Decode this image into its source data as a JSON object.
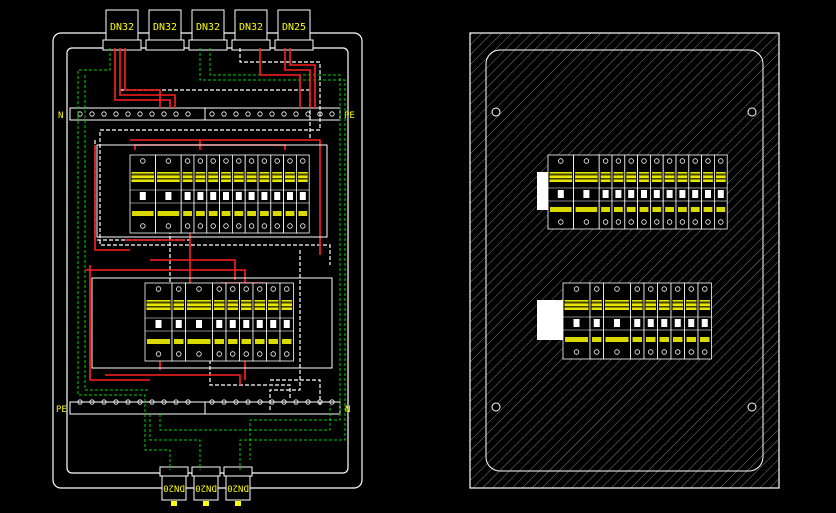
{
  "glands_top": [
    "DN32",
    "DN32",
    "DN32",
    "DN32",
    "DN25"
  ],
  "glands_bottom": [
    "DN20",
    "DN20",
    "DN20"
  ],
  "busbars": {
    "top_left": "N",
    "top_right": "PE",
    "bottom_left": "PE",
    "bottom_right": "N"
  },
  "colors": {
    "background": "#000000",
    "frame": "#ffffff",
    "wire_red": "#ff2020",
    "wire_green": "#00d000",
    "wire_white": "#ffffff",
    "label_yellow": "#ffff00"
  }
}
